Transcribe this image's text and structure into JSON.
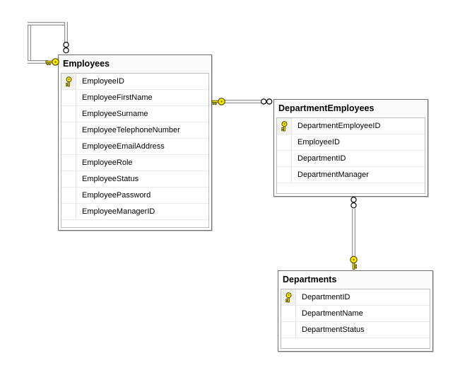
{
  "diagram": {
    "background": "#ffffff",
    "tables": [
      {
        "id": "employees",
        "title": "Employees",
        "columns": [
          {
            "name": "EmployeeID",
            "key": true
          },
          {
            "name": "EmployeeFirstName",
            "key": false
          },
          {
            "name": "EmployeeSurname",
            "key": false
          },
          {
            "name": "EmployeeTelephoneNumber",
            "key": false
          },
          {
            "name": "EmployeeEmailAddress",
            "key": false
          },
          {
            "name": "EmployeeRole",
            "key": false
          },
          {
            "name": "EmployeeStatus",
            "key": false
          },
          {
            "name": "EmployeePassword",
            "key": false
          },
          {
            "name": "EmployeeManagerID",
            "key": false
          }
        ]
      },
      {
        "id": "department-employees",
        "title": "DepartmentEmployees",
        "columns": [
          {
            "name": "DepartmentEmployeeID",
            "key": true
          },
          {
            "name": "EmployeeID",
            "key": false
          },
          {
            "name": "DepartmentID",
            "key": false
          },
          {
            "name": "DepartmentManager",
            "key": false
          }
        ]
      },
      {
        "id": "departments",
        "title": "Departments",
        "columns": [
          {
            "name": "DepartmentID",
            "key": true
          },
          {
            "name": "DepartmentName",
            "key": false
          },
          {
            "name": "DepartmentStatus",
            "key": false
          }
        ]
      }
    ],
    "relationships": [
      {
        "id": "employees-self",
        "from": "Employees",
        "to": "Employees",
        "one_end_icon": "key-icon",
        "many_end_icon": "infinity-icon"
      },
      {
        "id": "employees-departmentemployees",
        "from": "Employees",
        "to": "DepartmentEmployees",
        "one_end_icon": "key-icon",
        "many_end_icon": "infinity-icon"
      },
      {
        "id": "departments-departmentemployees",
        "from": "Departments",
        "to": "DepartmentEmployees",
        "one_end_icon": "key-icon",
        "many_end_icon": "infinity-icon"
      }
    ],
    "colors": {
      "key_icon_fill": "#ffec00",
      "key_icon_outline": "#4a4200",
      "table_border": "#6f6f6f",
      "body_border": "#bdbdbd",
      "row_separator": "#e9e9e9",
      "key_cell_background": "#f3f3ee",
      "connector_edge": "#8f8f8f",
      "connector_fill": "#f0f0f0"
    }
  }
}
